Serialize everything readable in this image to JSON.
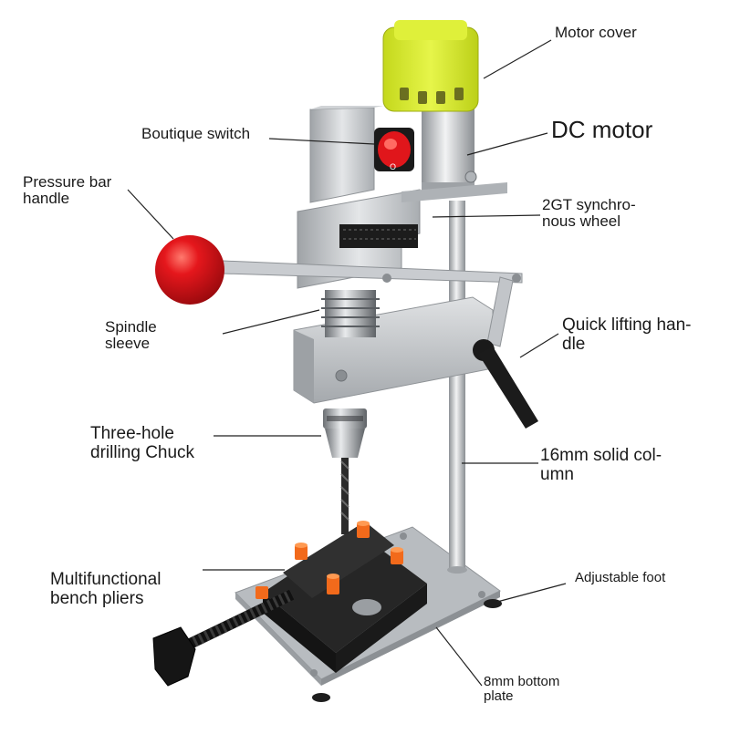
{
  "labels": {
    "motor_cover": "Motor cover",
    "dc_motor": "DC motor",
    "boutique_switch": "Boutique switch",
    "pressure_bar_handle": [
      "Pressure bar",
      "handle"
    ],
    "sync_wheel": [
      "2GT synchro-",
      "nous wheel"
    ],
    "spindle_sleeve": [
      "Spindle",
      "sleeve"
    ],
    "quick_lifting_handle": [
      "Quick lifting han-",
      "dle"
    ],
    "drilling_chuck": [
      "Three-hole",
      "drilling Chuck"
    ],
    "solid_column": [
      "16mm solid col-",
      "umn"
    ],
    "bench_pliers": [
      "Multifunctional",
      "bench pliers"
    ],
    "adjustable_foot": "Adjustable foot",
    "bottom_plate": [
      "8mm bottom",
      "plate"
    ]
  },
  "colors": {
    "motor_cover": "#d8ec2a",
    "switch_red": "#e0161b",
    "ball_red": "#e5171c",
    "vise_orange": "#f26a1b",
    "aluminum": "#c6c9cc",
    "vise_black": "#1b1b1b",
    "leader_line": "#222222"
  }
}
